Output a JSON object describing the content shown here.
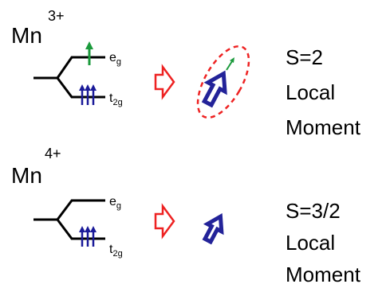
{
  "colors": {
    "level_line": "#000000",
    "t2g_arrows": "#1a1a99",
    "eg_arrow": "#1b9a3c",
    "block_arrow": "#ee2222",
    "moment_arrow": "#232399",
    "ellipse": "#ee2222",
    "small_moment_arrow": "#1b9a3c"
  },
  "ions": [
    {
      "ion_base": "Mn",
      "ion_charge": "3+",
      "eg_base": "e",
      "eg_sub": "g",
      "t2g_base": "t",
      "t2g_sub": "2g",
      "spin_label": "S=2",
      "moment_line1": "Local",
      "moment_line2": "Moment",
      "t2g_electrons": 3,
      "eg_electrons": 1
    },
    {
      "ion_base": "Mn",
      "ion_charge": "4+",
      "eg_base": "e",
      "eg_sub": "g",
      "t2g_base": "t",
      "t2g_sub": "2g",
      "spin_label": "S=3/2",
      "moment_line1": "Local",
      "moment_line2": "Moment",
      "t2g_electrons": 3,
      "eg_electrons": 0
    }
  ]
}
